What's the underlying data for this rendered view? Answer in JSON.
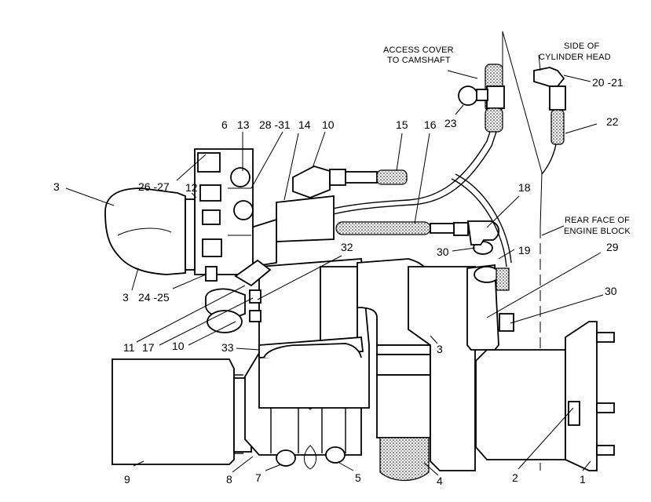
{
  "callouts": [
    {
      "id": "c1",
      "text": "1"
    },
    {
      "id": "c2",
      "text": "2"
    },
    {
      "id": "c3a",
      "text": "3"
    },
    {
      "id": "c3b",
      "text": "3"
    },
    {
      "id": "c3c",
      "text": "3"
    },
    {
      "id": "c4",
      "text": "4"
    },
    {
      "id": "c5",
      "text": "5"
    },
    {
      "id": "c6",
      "text": "6"
    },
    {
      "id": "c7",
      "text": "7"
    },
    {
      "id": "c8",
      "text": "8"
    },
    {
      "id": "c9",
      "text": "9"
    },
    {
      "id": "c10a",
      "text": "10"
    },
    {
      "id": "c10b",
      "text": "10"
    },
    {
      "id": "c11",
      "text": "11"
    },
    {
      "id": "c12",
      "text": "12"
    },
    {
      "id": "c13",
      "text": "13"
    },
    {
      "id": "c14",
      "text": "14"
    },
    {
      "id": "c15",
      "text": "15"
    },
    {
      "id": "c16",
      "text": "16"
    },
    {
      "id": "c17",
      "text": "17"
    },
    {
      "id": "c18",
      "text": "18"
    },
    {
      "id": "c19",
      "text": "19"
    },
    {
      "id": "c20",
      "text": "20 -21"
    },
    {
      "id": "c22",
      "text": "22"
    },
    {
      "id": "c23",
      "text": "23"
    },
    {
      "id": "c24",
      "text": "24 -25"
    },
    {
      "id": "c26",
      "text": "26 -27"
    },
    {
      "id": "c28",
      "text": "28 -31"
    },
    {
      "id": "c29",
      "text": "29"
    },
    {
      "id": "c30a",
      "text": "30"
    },
    {
      "id": "c30b",
      "text": "30"
    },
    {
      "id": "c32",
      "text": "32"
    },
    {
      "id": "c33",
      "text": "33"
    }
  ],
  "notes": {
    "access_cover_line1": "ACCESS COVER",
    "access_cover_line2": "TO CAMSHAFT",
    "cylinder_head_line1": "SIDE OF",
    "cylinder_head_line2": "CYLINDER HEAD",
    "rear_face_line1": "REAR FACE OF",
    "rear_face_line2": "ENGINE BLOCK"
  }
}
